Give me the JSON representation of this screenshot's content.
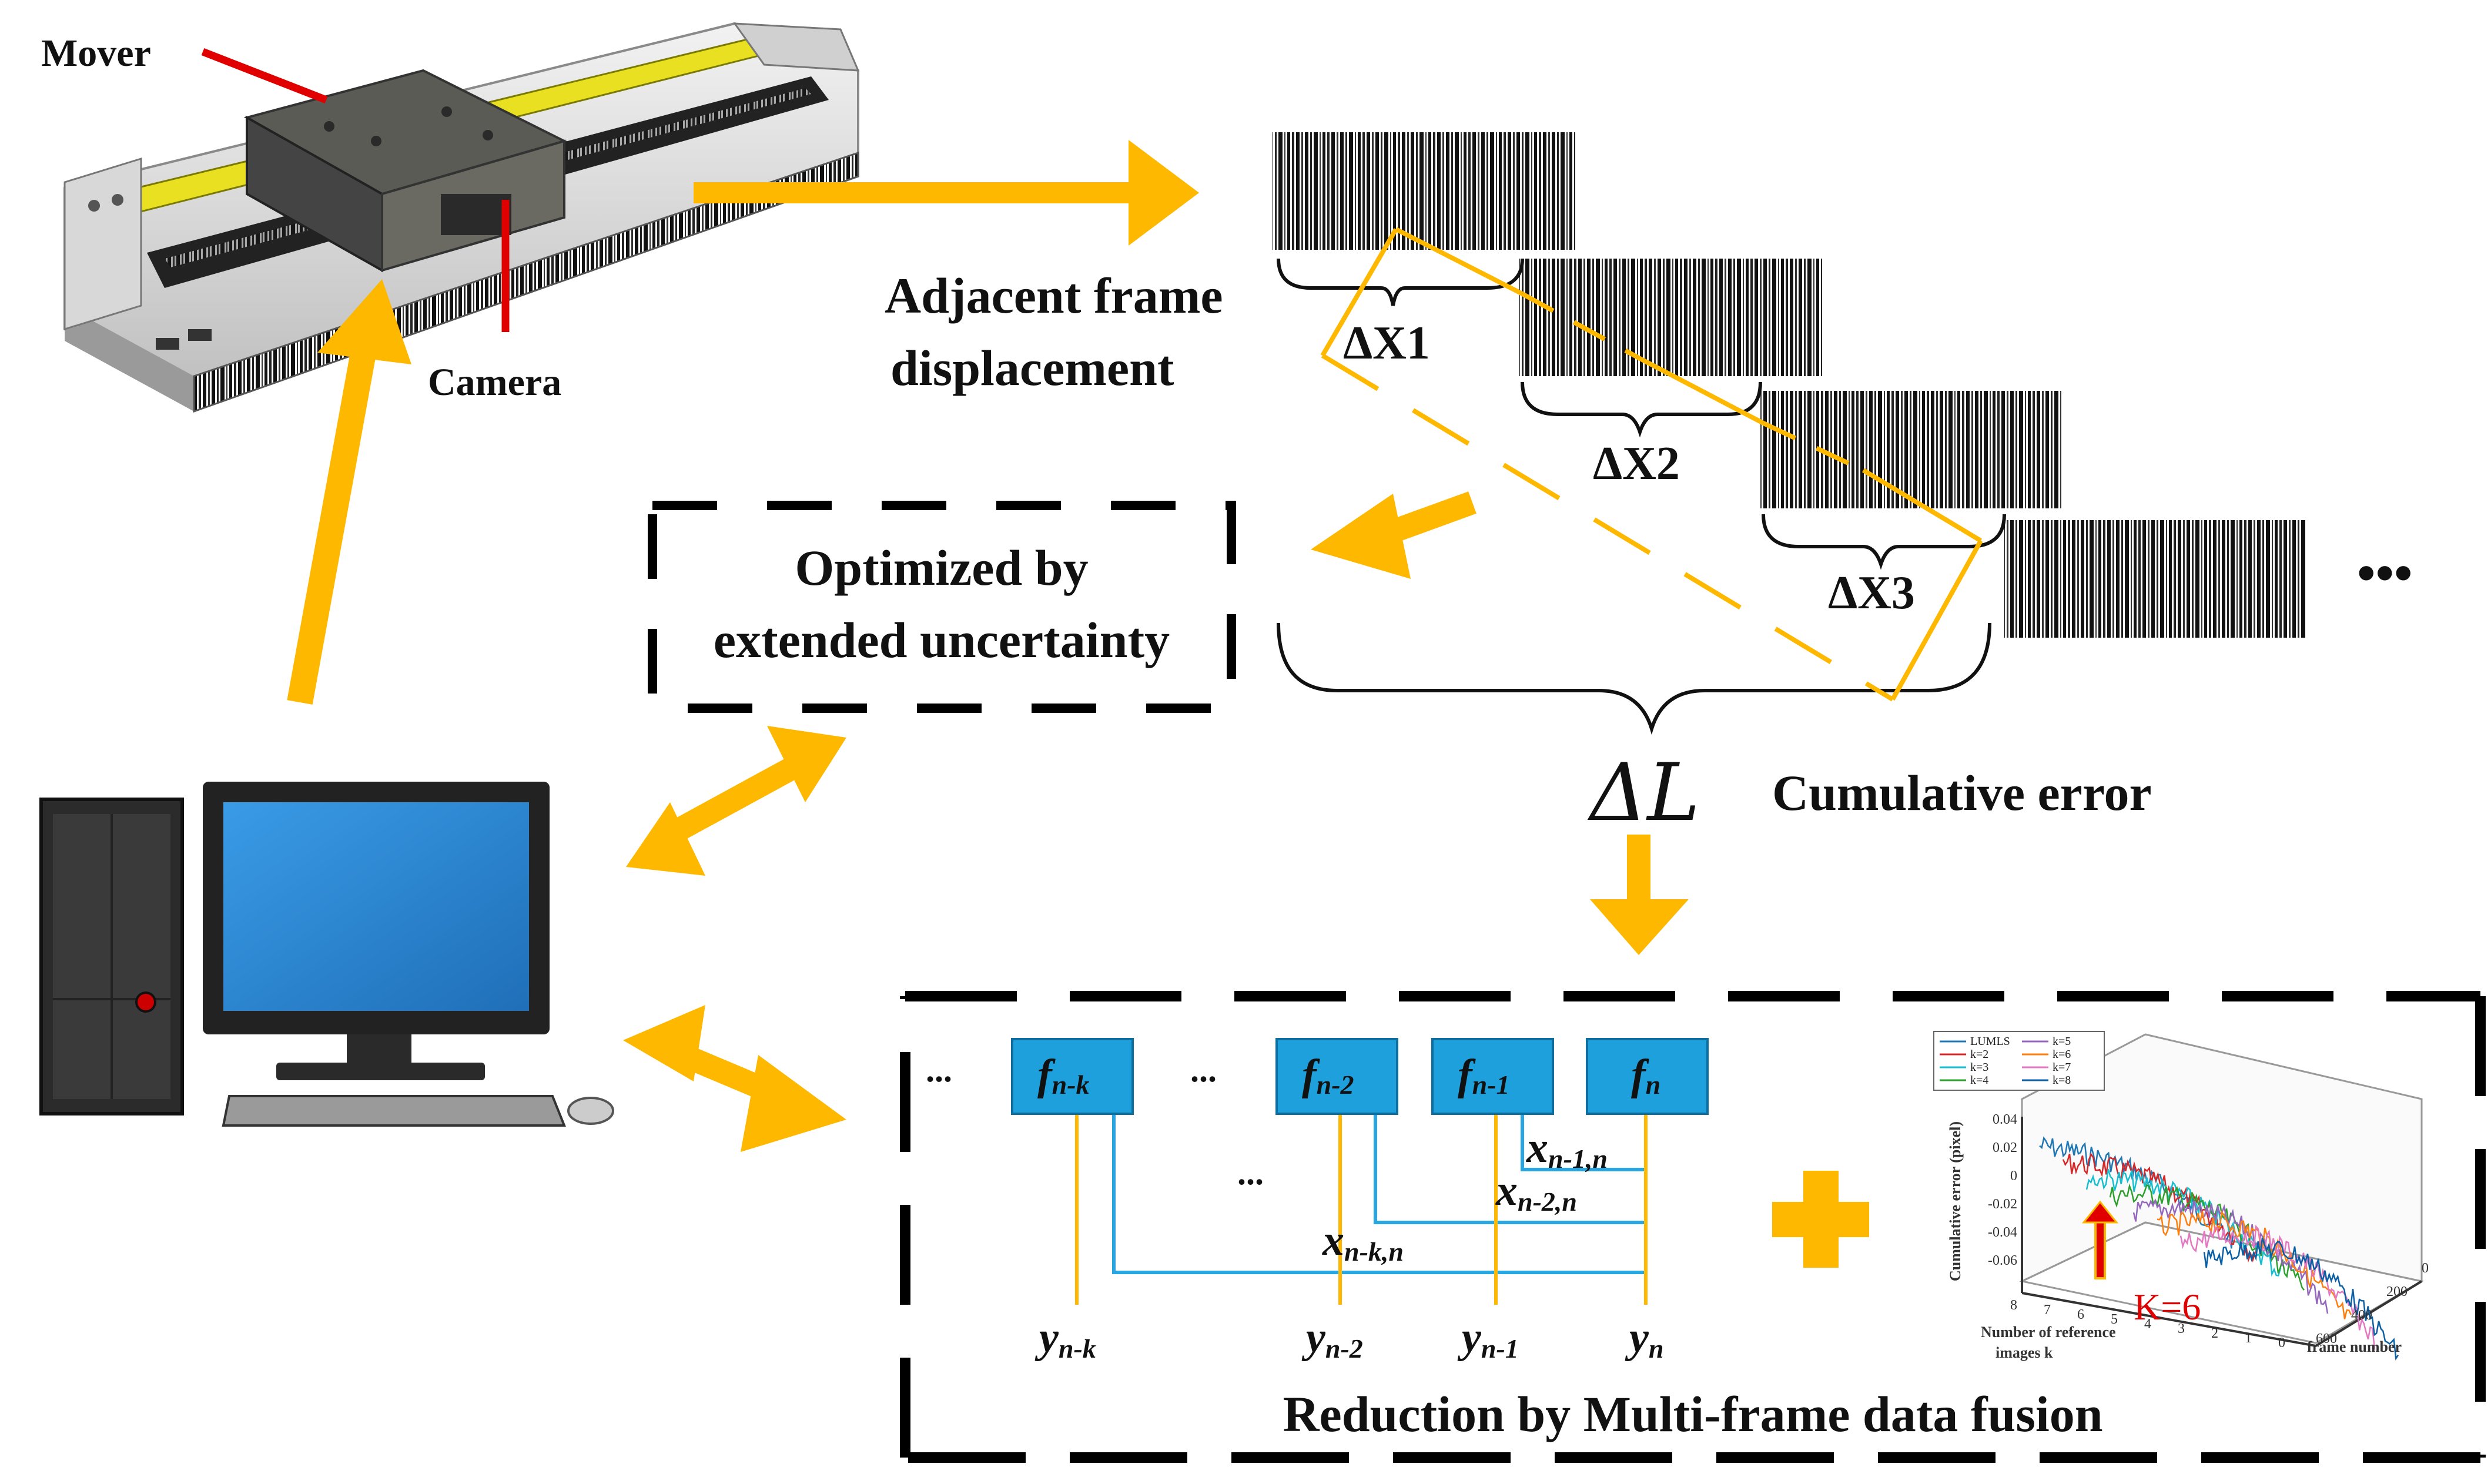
{
  "stage_labels": {
    "mover": "Mover",
    "camera": "Camera",
    "adjacent_line1": "Adjacent frame",
    "adjacent_line2": "displacement",
    "dx1": "ΔX1",
    "dx2": "ΔX2",
    "dx3": "ΔX3",
    "ellipsis": "•••"
  },
  "optimized_box": {
    "line1": "Optimized by",
    "line2": "extended uncertainty"
  },
  "cumulative": {
    "symbol": "ΔL",
    "label": "Cumulative error"
  },
  "fusion": {
    "title": "Reduction by Multi-frame data fusion",
    "dots": "...",
    "nodes": [
      {
        "f_main": "f",
        "f_sub": "n-k",
        "y_main": "y",
        "y_sub": "n-k"
      },
      {
        "f_main": "f",
        "f_sub": "n-2",
        "y_main": "y",
        "y_sub": "n-2"
      },
      {
        "f_main": "f",
        "f_sub": "n-1",
        "y_main": "y",
        "y_sub": "n-1"
      },
      {
        "f_main": "f",
        "f_sub": "n",
        "y_main": "y",
        "y_sub": "n"
      }
    ],
    "edges": [
      {
        "main": "x",
        "sub": "n-1,n"
      },
      {
        "main": "x",
        "sub": "n-2,n"
      },
      {
        "main": "x",
        "sub": "n-k,n"
      }
    ]
  },
  "inset_plot": {
    "ylabel": "Cumulative error (pixel)",
    "xlabel_line1": "Number of reference",
    "xlabel_line2": "images k",
    "zlabel": "frame number",
    "yticks": [
      "0.04",
      "0.02",
      "0",
      "-0.02",
      "-0.04",
      "-0.06"
    ],
    "kticks": [
      "8",
      "7",
      "6",
      "5",
      "4",
      "3",
      "2",
      "1",
      "0"
    ],
    "fticks": [
      "0",
      "200",
      "400",
      "600"
    ],
    "legend_left": [
      "LUMLS",
      "k=2",
      "k=3",
      "k=4"
    ],
    "legend_right": [
      "k=5",
      "k=6",
      "k=7",
      "k=8"
    ],
    "annotation": "K=6"
  },
  "colors": {
    "arrow": "#FFB800",
    "accent_red": "#E00000",
    "node_fill": "#1EA0DC",
    "edge_blue": "#29A6E0",
    "dash": "#000000",
    "monitor_screen": "#2E8ED8"
  }
}
